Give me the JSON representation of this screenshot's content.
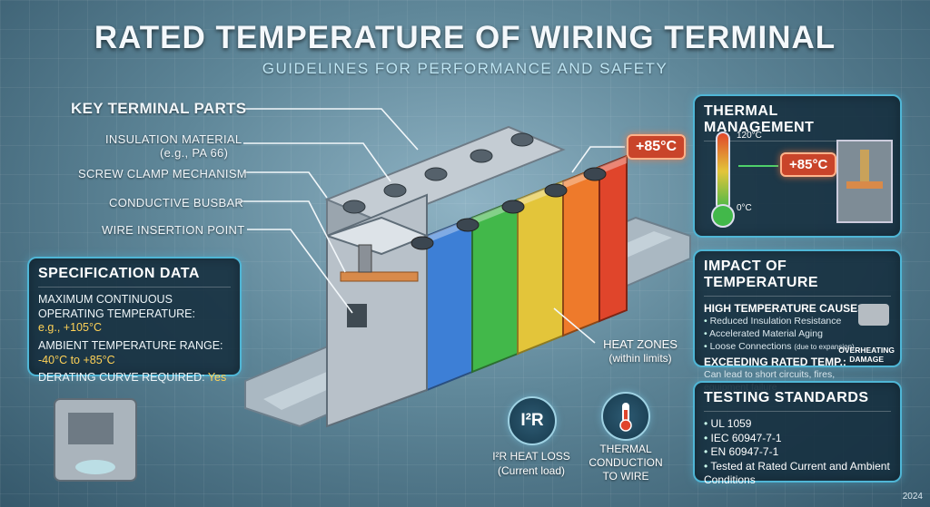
{
  "header": {
    "title": "RATED TEMPERATURE OF WIRING TERMINAL",
    "subtitle": "GUIDELINES FOR PERFORMANCE AND SAFETY"
  },
  "parts": {
    "heading": "KEY TERMINAL PARTS",
    "insulation": "INSULATION MATERIAL",
    "insulation_note": "(e.g., PA 66)",
    "screw": "SCREW CLAMP MECHANISM",
    "busbar": "CONDUCTIVE BUSBAR",
    "wire": "WIRE INSERTION POINT"
  },
  "terminal_badge": "+85°C",
  "spec": {
    "title": "SPECIFICATION DATA",
    "max_label": "MAXIMUM CONTINUOUS OPERATING TEMPERATURE:",
    "max_value": "e.g., +105°C",
    "ambient_label": "AMBIENT TEMPERATURE RANGE:",
    "ambient_value": "-40°C to +85°C",
    "derating_label": "DERATING CURVE REQUIRED:",
    "derating_value": "Yes"
  },
  "thermal": {
    "title": "THERMAL MANAGEMENT",
    "top": "120°C",
    "bottom": "0°C",
    "badge": "+85°C"
  },
  "impact": {
    "title": "IMPACT OF TEMPERATURE",
    "high_h": "HIGH TEMPERATURE CAUSES:",
    "items": [
      "Reduced Insulation Resistance",
      "Accelerated Material Aging",
      "Loose Connections"
    ],
    "loose_note": "(due to expansion)",
    "exceed_h": "EXCEEDING RATED TEMP.:",
    "exceed_text": "Can lead to short circuits, fires, equipment failure",
    "overheat_1": "OVERHEATING",
    "overheat_2": "DAMAGE"
  },
  "testing": {
    "title": "TESTING STANDARDS",
    "items": [
      "UL 1059",
      "IEC 60947-7-1",
      "EN 60947-7-1",
      "Tested at Rated Current and Ambient Conditions"
    ]
  },
  "heat_zones": {
    "line1": "HEAT ZONES",
    "line2": "(within limits)"
  },
  "i2r": {
    "icon": "I²R",
    "line1": "I²R HEAT LOSS",
    "line2": "(Current load)"
  },
  "conduction": {
    "line1": "THERMAL",
    "line2": "CONDUCTION",
    "line3": "TO WIRE"
  },
  "year": "2024",
  "colors": {
    "accent": "#4fb6d6",
    "hot": "#e0452b",
    "value": "#ffd257"
  }
}
